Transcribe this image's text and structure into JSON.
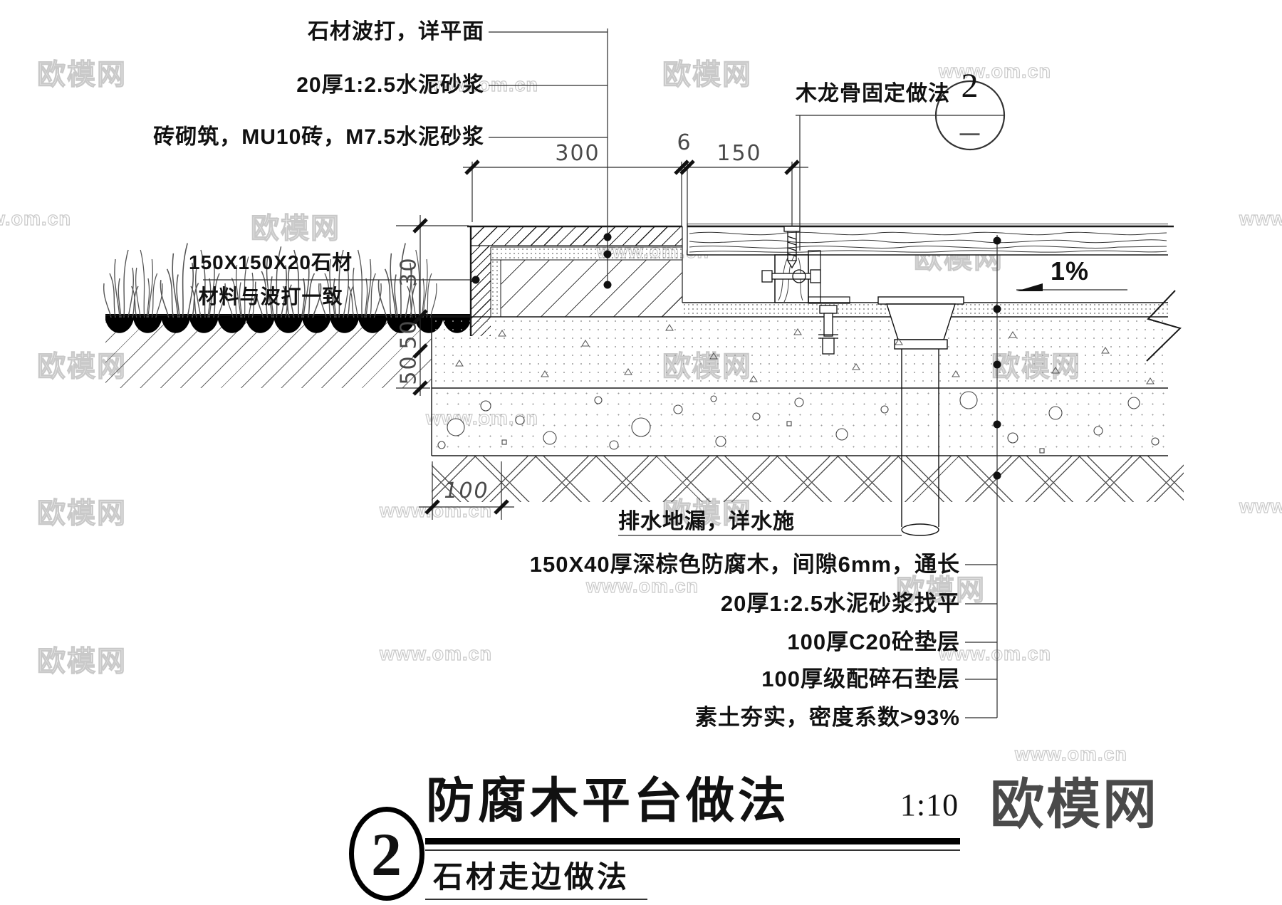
{
  "watermark": {
    "site": "欧模网",
    "url": "www.om.cn"
  },
  "callouts_top": [
    {
      "label": "石材波打，详平面"
    },
    {
      "label": "20厚1:2.5水泥砂浆"
    },
    {
      "label": "砖砌筑，MU10砖，M7.5水泥砂浆"
    }
  ],
  "callout_joist": {
    "label": "木龙骨固定做法"
  },
  "callout_stone": {
    "line1": "150X150X20石材",
    "line2": "材料与波打一致"
  },
  "callout_drain": {
    "label": "排水地漏，详水施"
  },
  "callouts_bottom": [
    {
      "label": "150X40厚深棕色防腐木，间隙6mm，通长"
    },
    {
      "label": "20厚1:2.5水泥砂浆找平"
    },
    {
      "label": "100厚C20砼垫层"
    },
    {
      "label": "100厚级配碎石垫层"
    },
    {
      "label": "素土夯实，密度系数>93%"
    }
  ],
  "dimensions": {
    "top_300": "300",
    "top_6": "6",
    "top_150": "150",
    "left_30": "30",
    "left_50a": "50",
    "left_50b": "50",
    "bottom_100": "100",
    "slope": "1%"
  },
  "detail_marker": {
    "number": "2",
    "sheet": "—"
  },
  "title_block": {
    "number": "2",
    "title": "防腐木平台做法",
    "subtitle": "石材走边做法",
    "scale": "1:10"
  },
  "logo": {
    "text": "欧模网"
  },
  "colors": {
    "line": "#1a1a1a",
    "dim": "#4a4a4a",
    "watermark": "#c9c9c9",
    "logo": "#4a4a4a"
  }
}
